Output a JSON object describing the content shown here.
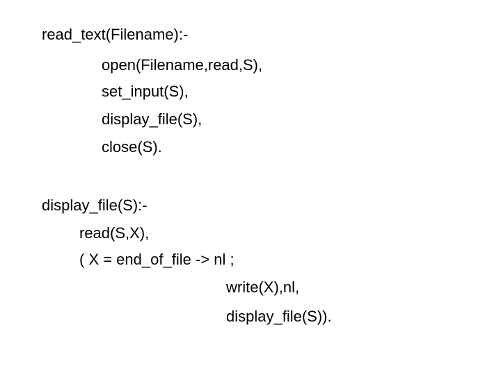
{
  "code": {
    "read_text": {
      "head": "read_text(Filename):-",
      "body": [
        "open(Filename,read,S),",
        "set_input(S),",
        "display_file(S),",
        "close(S)."
      ]
    },
    "display_file": {
      "head": "display_file(S):-",
      "body": [
        "read(S,X),",
        "( X = end_of_file -> nl ;",
        "write(X),nl,",
        "display_file(S))."
      ]
    }
  }
}
